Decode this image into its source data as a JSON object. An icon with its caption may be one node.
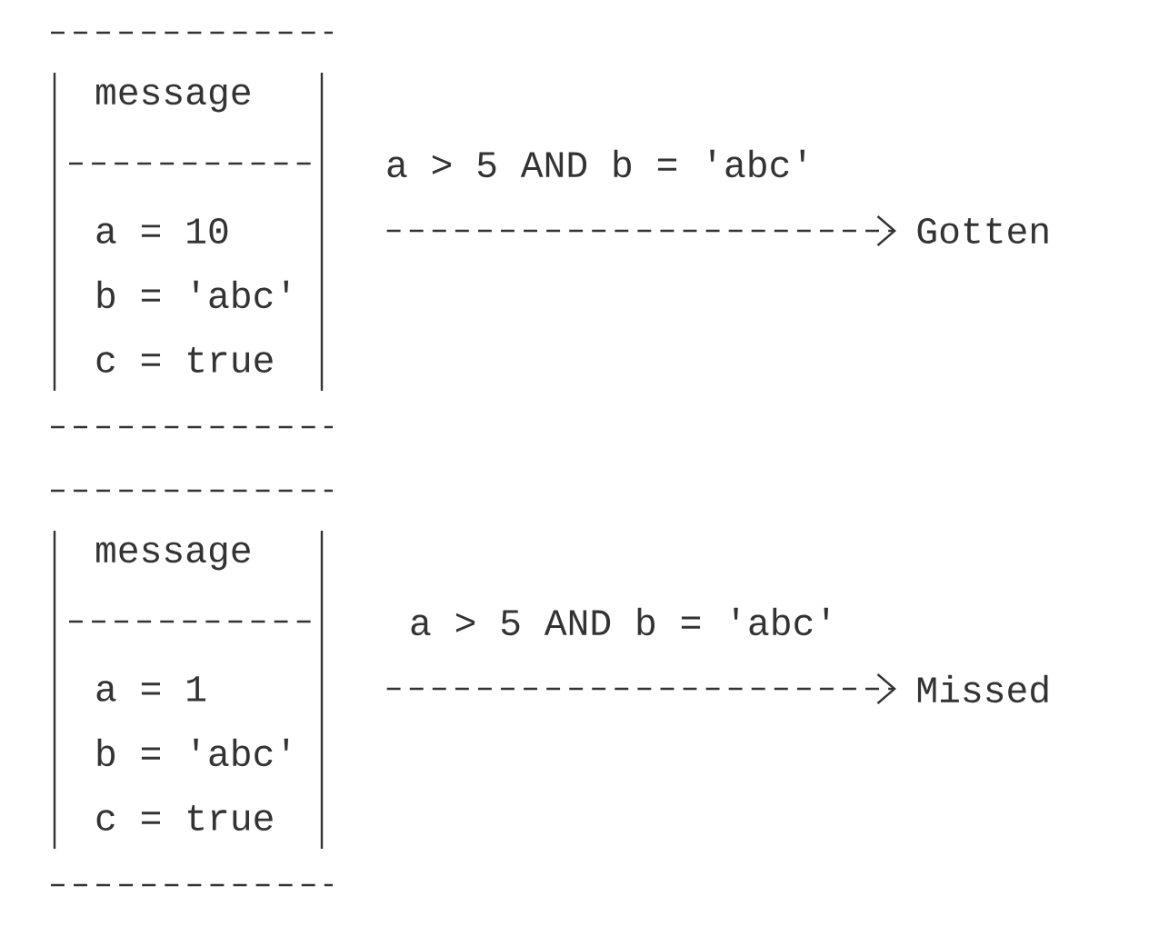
{
  "diagram": {
    "nodes": [
      {
        "text": [
          "message",
          "a = 10",
          "b = 'abc'",
          "c = true"
        ]
      },
      {
        "text": [
          "Gotten"
        ]
      },
      {
        "text": [
          "message",
          "a = 1",
          "b = 'abc'",
          "c = true"
        ]
      },
      {
        "text": [
          "Missed"
        ]
      }
    ],
    "edges": [
      {
        "from": 0,
        "to": 1,
        "arrow": "to",
        "label": "a > 5 AND b = 'abc'",
        "style": "dashed"
      },
      {
        "from": 2,
        "to": 3,
        "arrow": "to",
        "label": "a > 5 AND b = 'abc'",
        "style": "dashed"
      }
    ]
  }
}
